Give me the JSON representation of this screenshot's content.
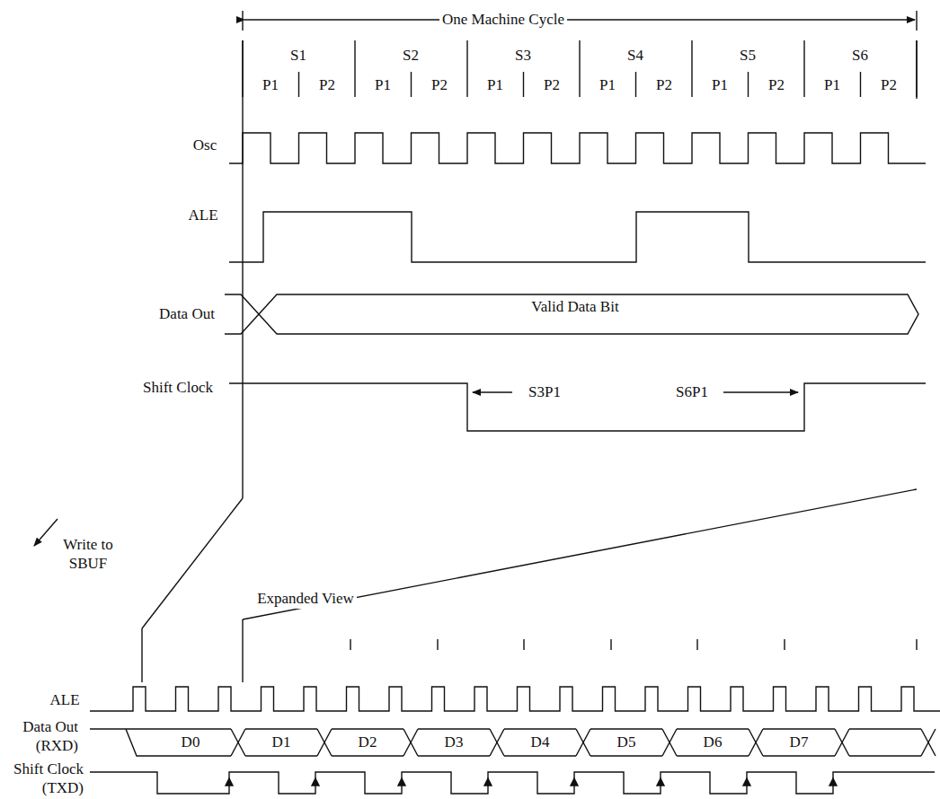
{
  "diagram": {
    "labels": [
      "One Machine Cycle",
      "S1",
      "S2",
      "S3",
      "S4",
      "S5",
      "S6",
      "P1",
      "P2",
      "P1",
      "P2",
      "P1",
      "P2",
      "P1",
      "P2",
      "P1",
      "P2",
      "P1",
      "P2",
      "Osc",
      "ALE",
      "Data Out",
      "Valid Data Bit",
      "Shift Clock",
      "S3P1",
      "S6P1",
      "Write to SBUF",
      "Expanded View",
      "ALE",
      "Data Out (RXD)",
      "Shift Clock (TXD)",
      "D0",
      "D1",
      "D2",
      "D3",
      "D4",
      "D5",
      "D6",
      "D7"
    ]
  }
}
